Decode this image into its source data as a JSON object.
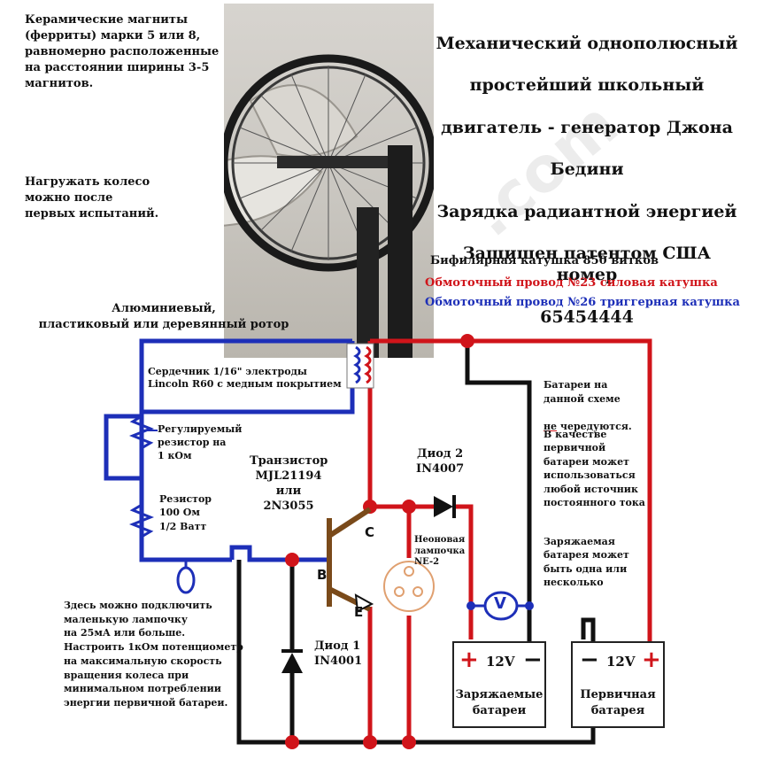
{
  "title_lines": {
    "l1": "Механический однополюсный",
    "l2": "простейший школьный",
    "l3": "двигатель - генератор Джона",
    "l4": "Бедини",
    "l5": "Зарядка радиантной энергией",
    "l6": "Защищен патентом США номер",
    "l7": "65454444"
  },
  "notes": {
    "magnets": "Керамические магниты\n(ферриты) марки 5 или 8,\nравномерно расположенные\nна расстоянии ширины  3-5\nмагнитов.",
    "load_wheel": "Нагружать колесо\nможно после\nпервых испытаний.",
    "rotor": "Алюминиевый,\nпластиковый или деревянный ротор",
    "coil": "Бифилярная катушка 850 витков",
    "wire_power": "Обмоточный провод №23 силовая катушка",
    "wire_trigger": "Обмоточный провод №26 триггерная катушка",
    "core": "Сердечник 1/16\" электроды\nLincoln R60 с медным покрытием",
    "battery_note_1": "Батареи на\nданной схеме",
    "battery_note_ne": "не",
    "battery_note_2": " чередуются.",
    "primary_note": "В качестве\nпервичной\nбатареи может\nиспользоваться\nлюбой источник\nпостоянного тока",
    "charge_note": "Заряжаемая\nбатарея может\nбыть одна или\nнесколько",
    "lamp_note": "Здесь можно подключить\nмаленькую лампочку\nна 25мА или больше.\nНастроить 1кОм потенциометр\nна максимальную скорость\nвращения колеса при\nминимальном потреблении\nэнергии первичной батареи."
  },
  "components": {
    "variable_resistor": "Регулируемый\nрезистор на\n1 кОм",
    "resistor": "Резистор\n100 Ом\n1/2 Ватт",
    "transistor": "Транзистор\nMJL21194\nили\n2N3055",
    "diode2": "Диод 2\nIN4007",
    "neon": "Неоновая\nлампочка\nNE-2",
    "diode1": "Диод 1\nIN4001",
    "pin_b": "B",
    "pin_c": "C",
    "pin_e": "E",
    "voltmeter": "V"
  },
  "batteries": {
    "charge": {
      "voltage": "12V",
      "plus": "+",
      "minus": "−",
      "label": "Заряжаемые\nбатареи"
    },
    "primary": {
      "voltage": "12V",
      "plus": "+",
      "minus": "−",
      "label": "Первичная\nбатарея"
    }
  },
  "colors": {
    "red_wire": "#d0141a",
    "blue_wire": "#1d2fb8",
    "black_wire": "#111111",
    "brown_transistor": "#7a4a1a"
  }
}
